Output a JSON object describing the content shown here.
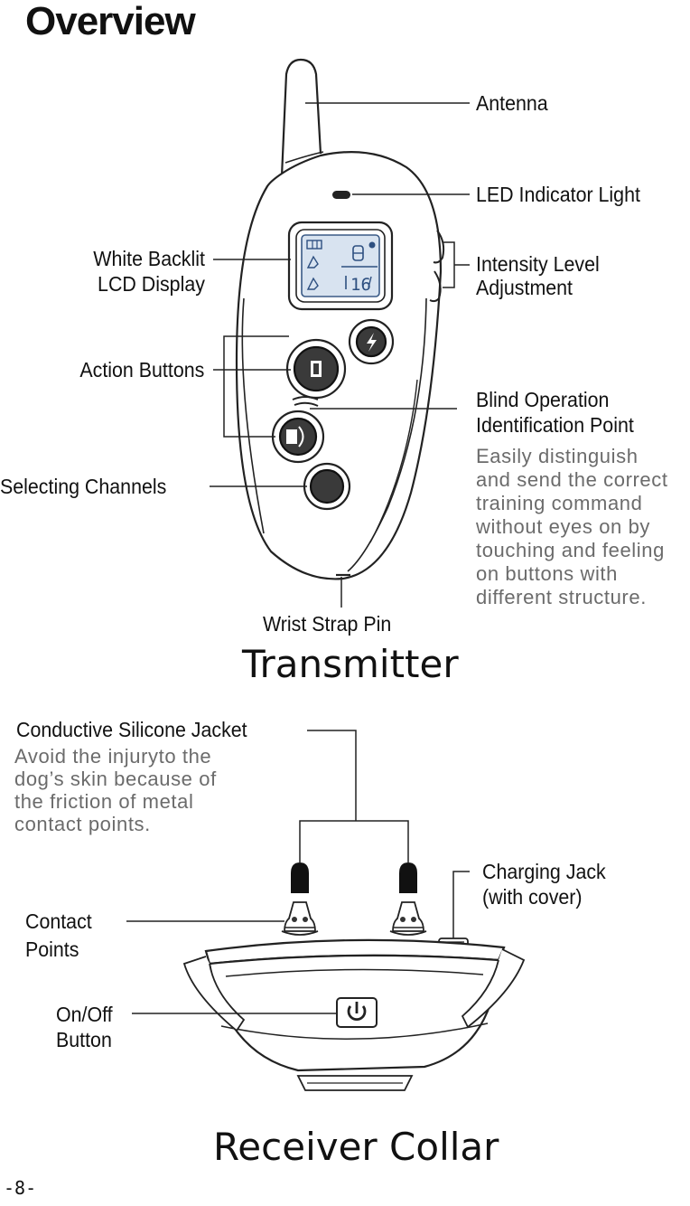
{
  "title": "Overview",
  "transmitter": {
    "heading": "Transmitter",
    "labels": {
      "antenna": "Antenna",
      "led": "LED Indicator Light",
      "lcd": "White Backlit\nLCD Display",
      "intensity": "Intensity Level\nAdjustment",
      "action": "Action Buttons",
      "blind": "Blind Operation\nIdentification Point",
      "channels": "Selecting Channels",
      "strap": "Wrist Strap Pin"
    },
    "blind_note": "Easily distinguish\nand send the correct\ntraining command\nwithout eyes on by\ntouching and feeling\non buttons with\ndifferent structure.",
    "lcd_readout": "16"
  },
  "receiver": {
    "heading": "Receiver Collar",
    "labels": {
      "jacket": "Conductive Silicone Jacket",
      "charging": "Charging Jack\n(with cover)",
      "contact": "Contact\nPoints",
      "onoff": "On/Off\nButton"
    },
    "jacket_note": "Avoid the injuryto the\ndog’s skin because of\nthe friction of metal\ncontact points."
  },
  "page_number": "-8-",
  "icons": [
    "power-icon",
    "lightning-icon",
    "vibration-icon",
    "beep-icon",
    "battery-icon"
  ]
}
